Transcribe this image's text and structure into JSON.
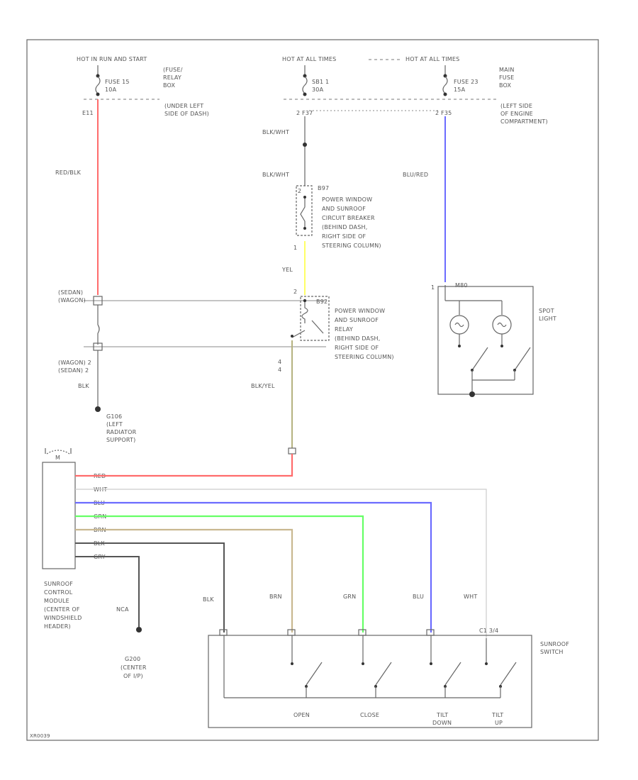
{
  "power_labels": {
    "hot_run_start": "HOT IN RUN AND START",
    "hot_all_times_1": "HOT AT ALL TIMES",
    "hot_all_times_2": "HOT AT ALL TIMES"
  },
  "fuses": {
    "fuse15": "FUSE 15",
    "fuse15_amps": "10A",
    "fuse_relay_box": [
      "(FUSE/",
      "RELAY",
      "BOX"
    ],
    "fuse_relay_box_loc": [
      "(UNDER LEFT",
      "SIDE OF DASH)"
    ],
    "sb1": "SB1 1",
    "sb1_amps": "30A",
    "fuse23": "FUSE 23",
    "fuse23_amps": "15A",
    "main_fuse_box": [
      "MAIN",
      "FUSE",
      "BOX"
    ],
    "main_fuse_box_loc": [
      "(LEFT SIDE",
      "OF ENGINE",
      "COMPARTMENT)"
    ]
  },
  "pins": {
    "e11": "E11",
    "f37": "2  F37",
    "f35": "2  F35",
    "b97_top": "2",
    "b97_bot": "1",
    "b92_2": "2",
    "b92_4": "4",
    "b92_4b": "4",
    "m80_1": "1",
    "swc_top": "C1  3/4"
  },
  "wires": {
    "red_blk": "RED/BLK",
    "blk_wht_1": "BLK/WHT",
    "blk_wht_2": "BLK/WHT",
    "blu_red": "BLU/RED",
    "yel": "YEL",
    "blk_yel": "BLK/YEL",
    "blk_1": "BLK",
    "blk_2": "BLK",
    "brn": "BRN",
    "grn": "GRN",
    "blu": "BLU",
    "wht": "WHT",
    "nca": "NCA"
  },
  "module_pins": [
    "RED",
    "WHT",
    "BLU",
    "GRN",
    "BRN",
    "BLK",
    "GRY"
  ],
  "components": {
    "b97": "B97",
    "pw_breaker": [
      "POWER WINDOW",
      "AND SUNROOF",
      "CIRCUIT BREAKER",
      "(BEHIND DASH,",
      "RIGHT SIDE OF",
      "STEERING COLUMN)"
    ],
    "b92": "B92",
    "pw_relay": [
      "POWER WINDOW",
      "AND SUNROOF",
      "RELAY",
      "(BEHIND DASH,",
      "RIGHT SIDE OF",
      "STEERING COLUMN)"
    ],
    "m80": "M80",
    "spot_light": [
      "SPOT",
      "LIGHT"
    ],
    "conn_left_top": [
      "(SEDAN)",
      "(WAGON)"
    ],
    "conn_left_bot": [
      "(WAGON) 2",
      "(SEDAN) 2"
    ],
    "ground_g106": [
      "G106",
      "(LEFT",
      "RADIATOR",
      "SUPPORT)"
    ],
    "module_m": "M",
    "module_name": [
      "SUNROOF",
      "CONTROL",
      "MODULE",
      "(CENTER OF",
      "WINDSHIELD",
      "HEADER)"
    ],
    "ground_g200": [
      "G200",
      "(CENTER",
      "OF I/P)"
    ],
    "sw_name": [
      "SUNROOF",
      "SWITCH"
    ],
    "sw_open": "OPEN",
    "sw_close": "CLOSE",
    "sw_tilt_down": [
      "TILT",
      "DOWN"
    ],
    "sw_tilt_up": [
      "TILT",
      "UP"
    ],
    "corner_code": "XR0039"
  },
  "colors": {
    "red": "#ff6b6b",
    "yellow": "#ffff66",
    "blue": "#6b6bff",
    "green": "#66ff66",
    "brown": "#c9b890",
    "black": "#333333",
    "white_wire": "#cccccc",
    "line": "#666666"
  }
}
